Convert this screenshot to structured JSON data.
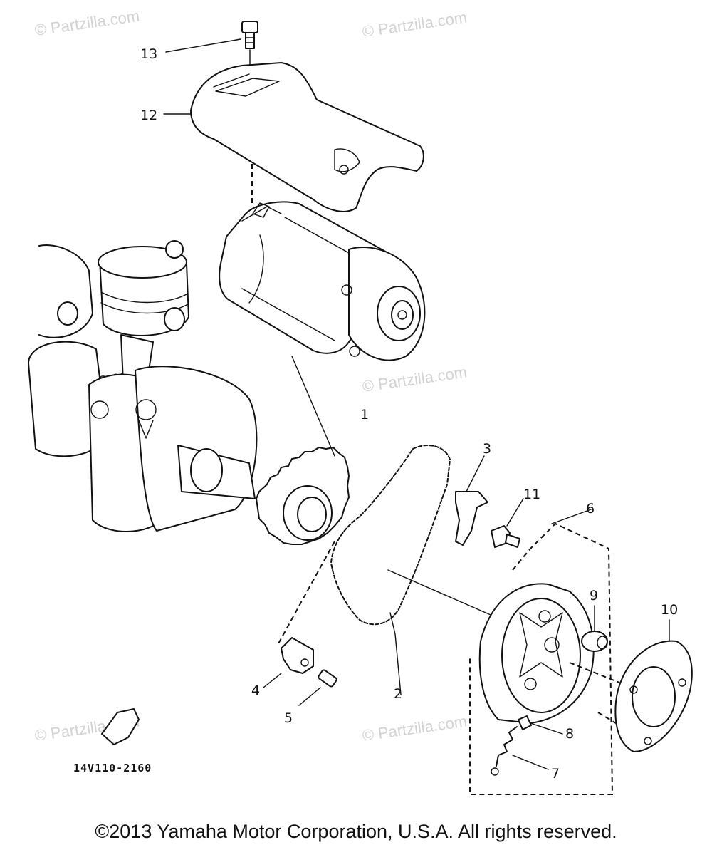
{
  "diagram": {
    "watermark": "© Partzilla.com",
    "part_code": "14V110-2160",
    "front_marker": "FWD",
    "callouts": [
      "1",
      "2",
      "3",
      "4",
      "5",
      "6",
      "7",
      "8",
      "9",
      "10",
      "11",
      "12",
      "13"
    ]
  },
  "footer": {
    "copyright": "©2013 Yamaha Motor Corporation, U.S.A. All rights reserved."
  }
}
